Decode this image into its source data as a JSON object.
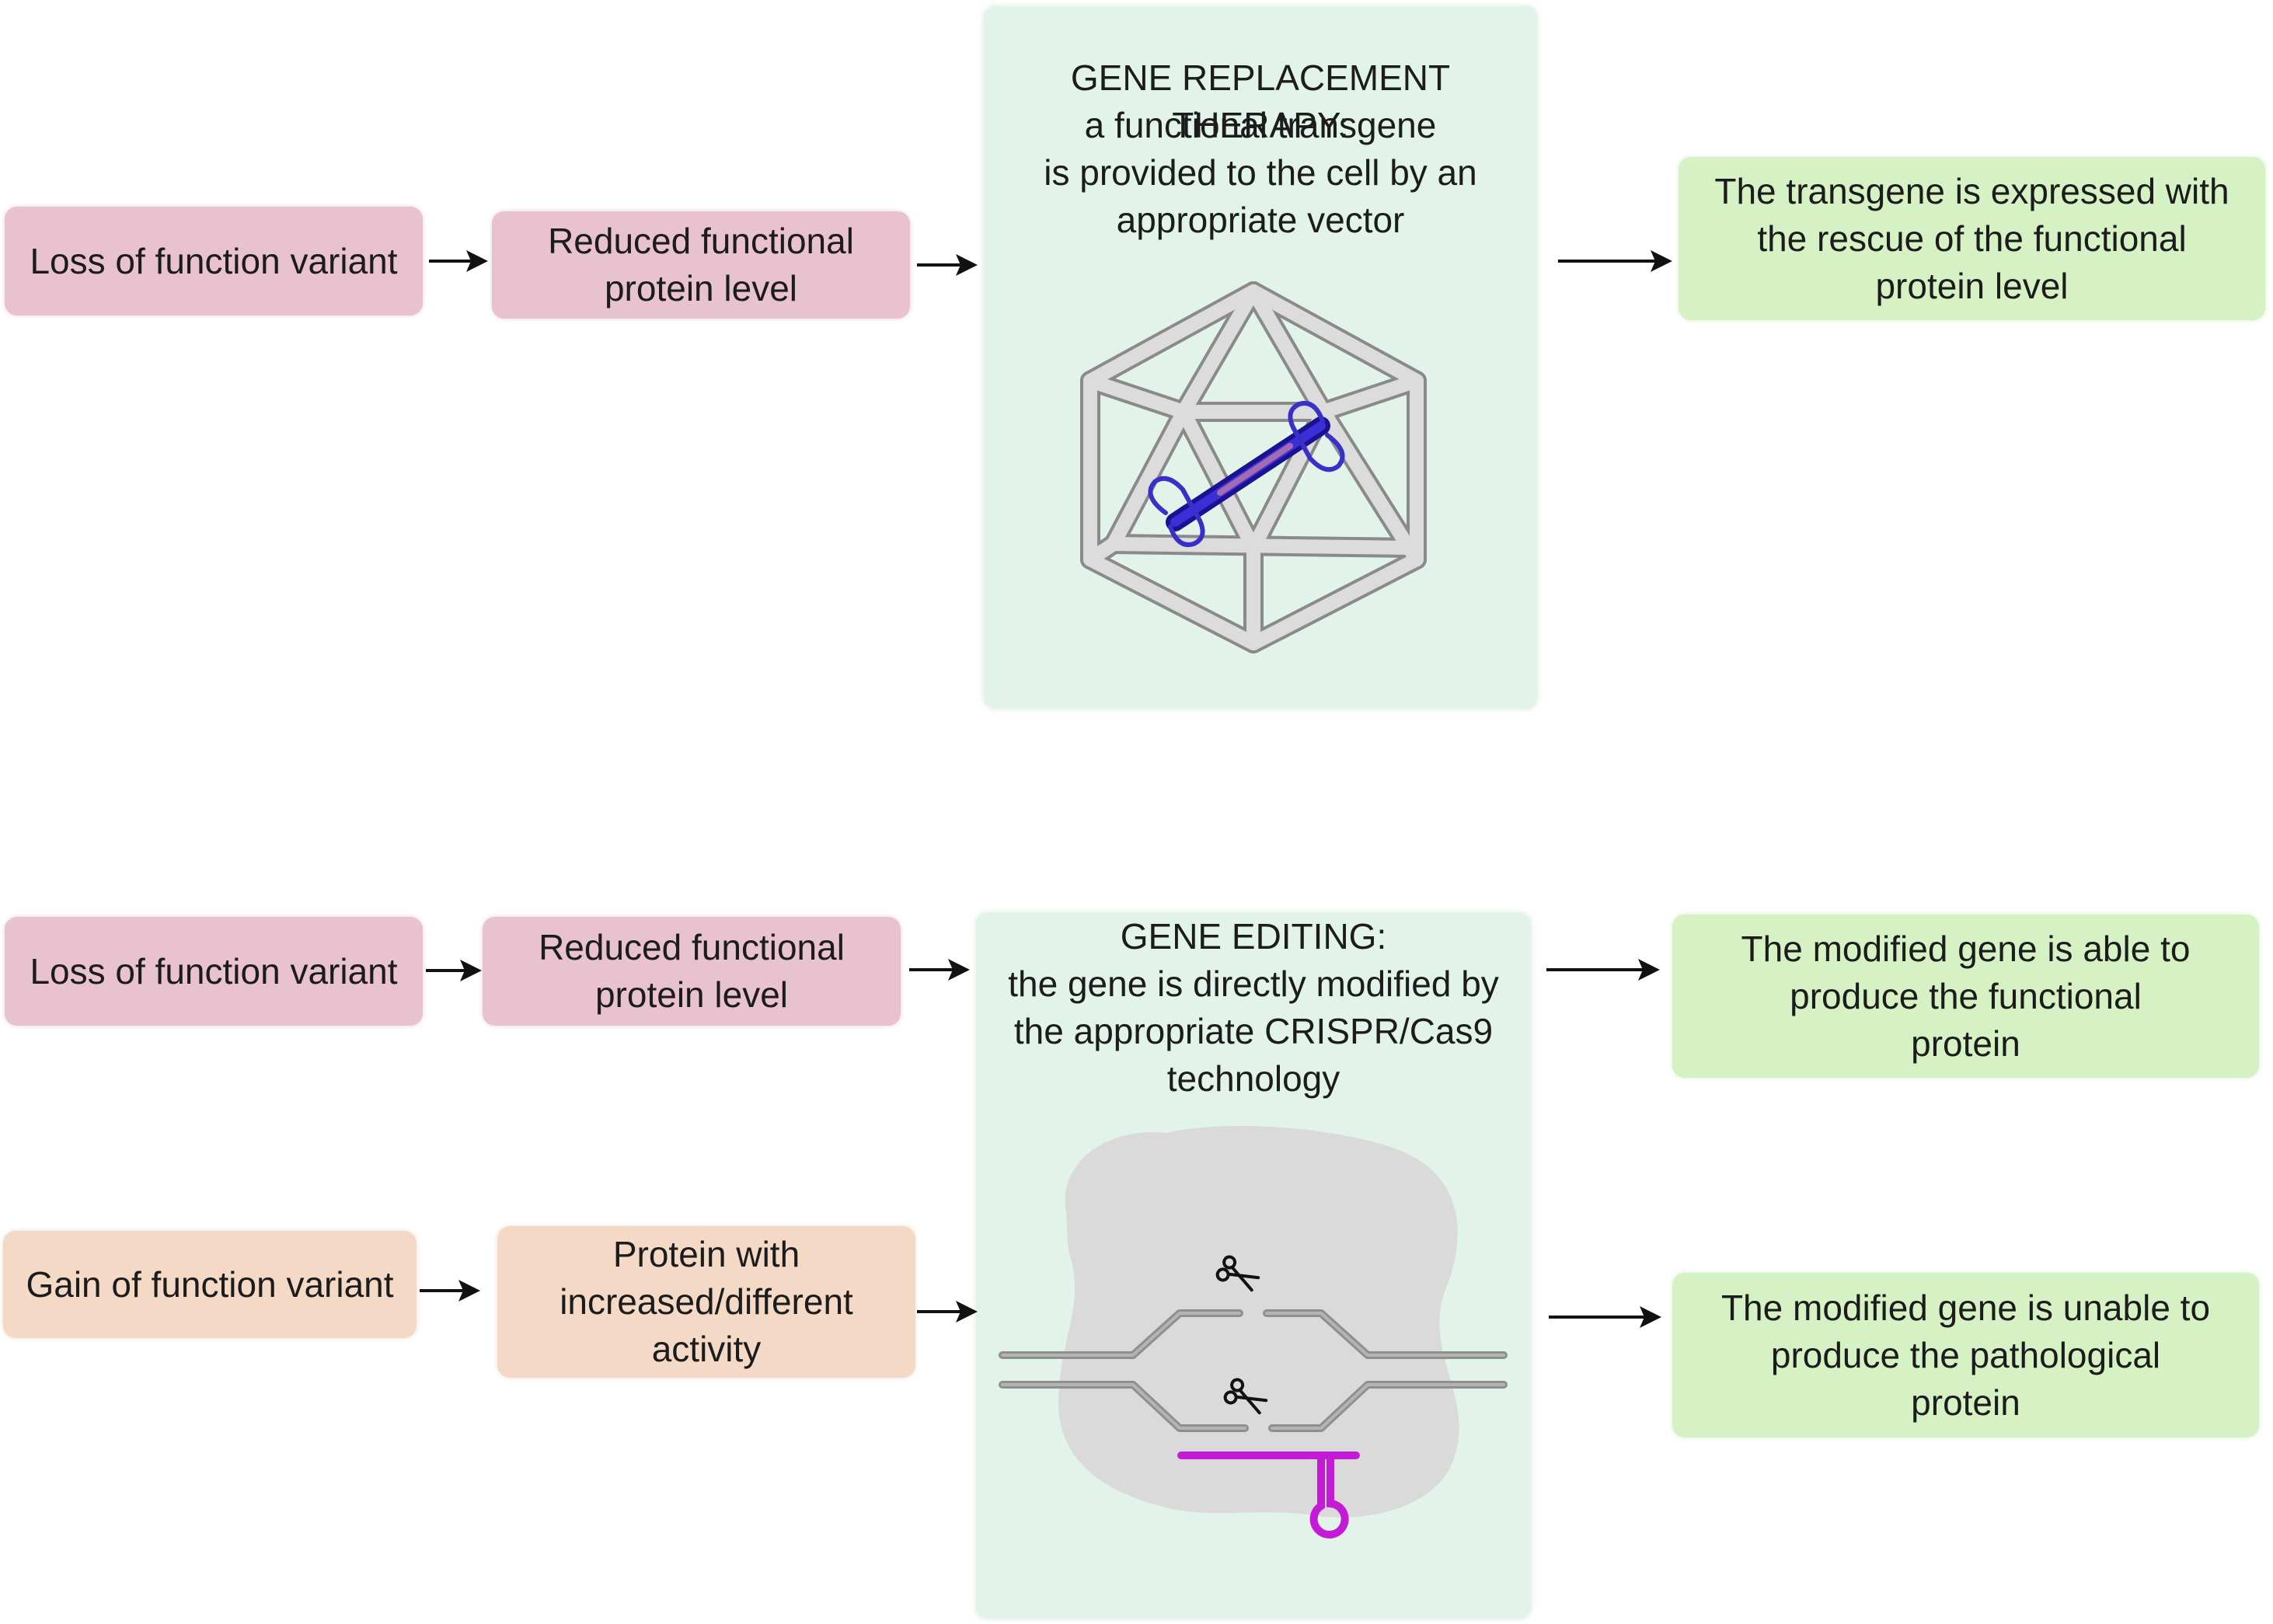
{
  "top_row": {
    "variant": "Loss of function variant",
    "effect": "Reduced functional\nprotein level",
    "therapy_heading": "GENE REPLACEMENT THERAPY:",
    "therapy_text": "a functional transgene\nis provided to the cell by an\nappropriate vector",
    "outcome": "The transgene is expressed with\nthe rescue of the functional\nprotein level"
  },
  "bottom_section": {
    "loss_variant": "Loss of function variant",
    "loss_effect": "Reduced functional\nprotein level",
    "gain_variant": "Gain of function variant",
    "gain_effect": "Protein with\nincreased/different\nactivity",
    "editing_heading": "GENE EDITING:",
    "editing_text": "the gene is directly modified by\nthe appropriate CRISPR/Cas9\ntechnology",
    "outcome_loss": "The modified gene is able to\nproduce the functional\nprotein",
    "outcome_gain": "The modified gene is unable to\nproduce the pathological\nprotein"
  },
  "colors": {
    "loss_box": "#e8c2ce",
    "gain_box": "#f4d9c6",
    "outcome_box": "#d6f2c4",
    "panel": "#e2f3e9",
    "capsid": "#c9c9c9",
    "transgene": "#2a1fb0",
    "dna": "#9c9c9c",
    "guide_rna": "#c41bd6"
  },
  "icons": [
    "aav-capsid-icon",
    "transgene-cassette-icon",
    "cas9-protein-icon",
    "dna-strand-icon",
    "scissors-icon",
    "guide-rna-icon"
  ]
}
